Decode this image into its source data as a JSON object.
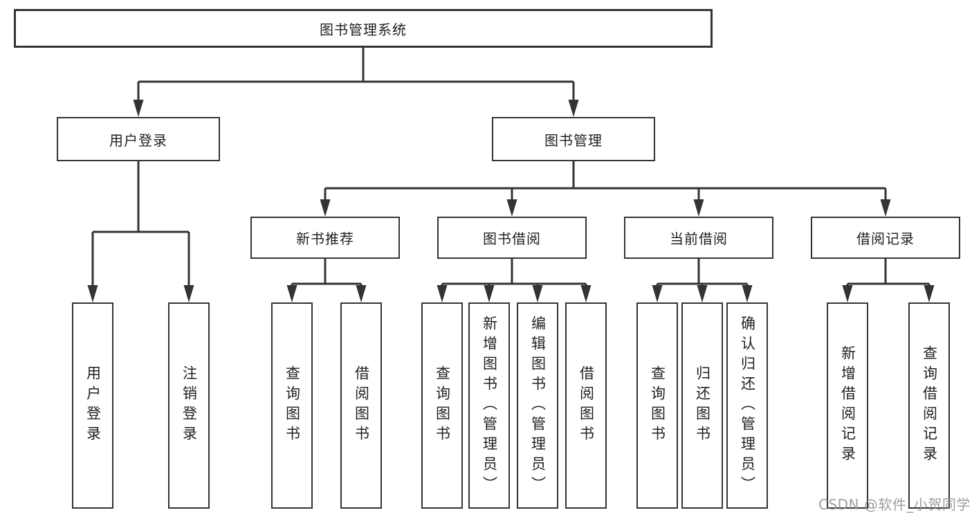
{
  "diagram": {
    "title": "图书管理系统",
    "nodes": {
      "root": "图书管理系统",
      "user_login": "用户登录",
      "book_mgmt": "图书管理",
      "new_book_rec": "新书推荐",
      "book_borrow": "图书借阅",
      "current_borrow": "当前借阅",
      "borrow_record": "借阅记录",
      "leaf_user_login": "用户登录",
      "leaf_logout": "注销登录",
      "leaf_query_book_rec": "查询图书",
      "leaf_borrow_book_rec": "借阅图书",
      "leaf_query_book_borrow": "查询图书",
      "leaf_add_book_admin": "新增图书（管理员）",
      "leaf_edit_book_admin": "编辑图书（管理员）",
      "leaf_borrow_book_borrow": "借阅图书",
      "leaf_query_book_current": "查询图书",
      "leaf_return_book": "归还图书",
      "leaf_confirm_return_admin": "确认归还（管理员）",
      "leaf_add_borrow_record": "新增借阅记录",
      "leaf_query_borrow_record": "查询借阅记录"
    },
    "watermark": "CSDN @软件_小贺同学",
    "colors": {
      "line": "#333333",
      "box_border": "#333333",
      "text": "#1f1f1f",
      "watermark": "#8f9296",
      "background": "#ffffff"
    }
  }
}
